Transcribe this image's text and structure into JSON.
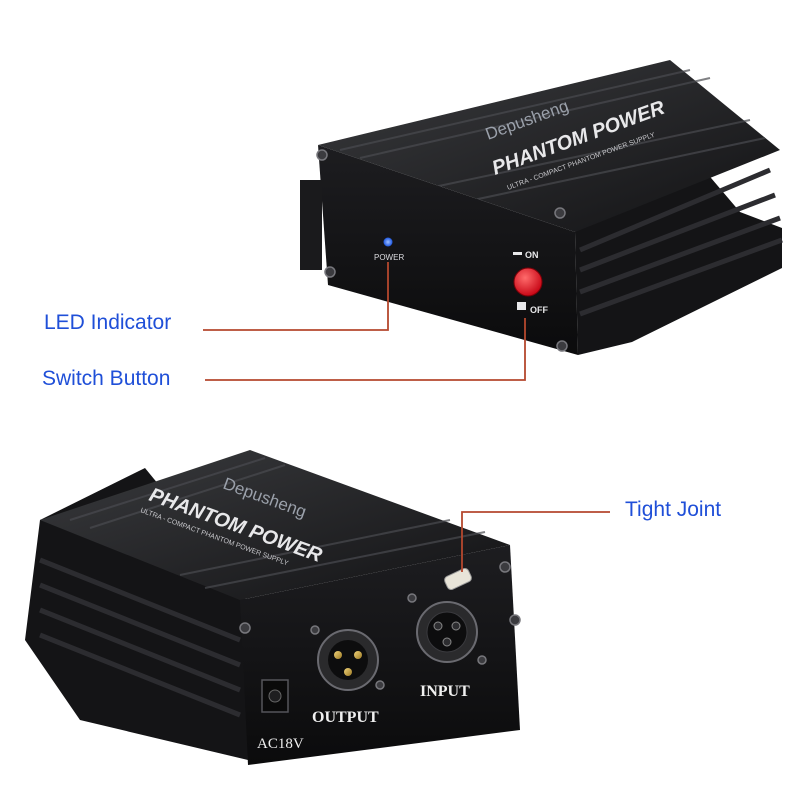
{
  "callouts": {
    "led": "LED Indicator",
    "switch": "Switch Button",
    "joint": "Tight Joint"
  },
  "top_device": {
    "brand": "Depusheng",
    "model": "PHANTOM POWER",
    "tagline": "ULTRA - COMPACT  PHANTOM POWER SUPPLY",
    "led_label": "POWER",
    "switch_on": "ON",
    "switch_off": "OFF"
  },
  "bottom_device": {
    "brand": "Depusheng",
    "model": "PHANTOM POWER",
    "tagline": "ULTRA - COMPACT  PHANTOM POWER SUPPLY",
    "dc_label": "AC18V",
    "output_label": "OUTPUT",
    "input_label": "INPUT"
  },
  "colors": {
    "callout_text": "#1f4fd8",
    "callout_line": "#b5482e",
    "led": "#2f6bff",
    "button": "#e31b2b"
  }
}
